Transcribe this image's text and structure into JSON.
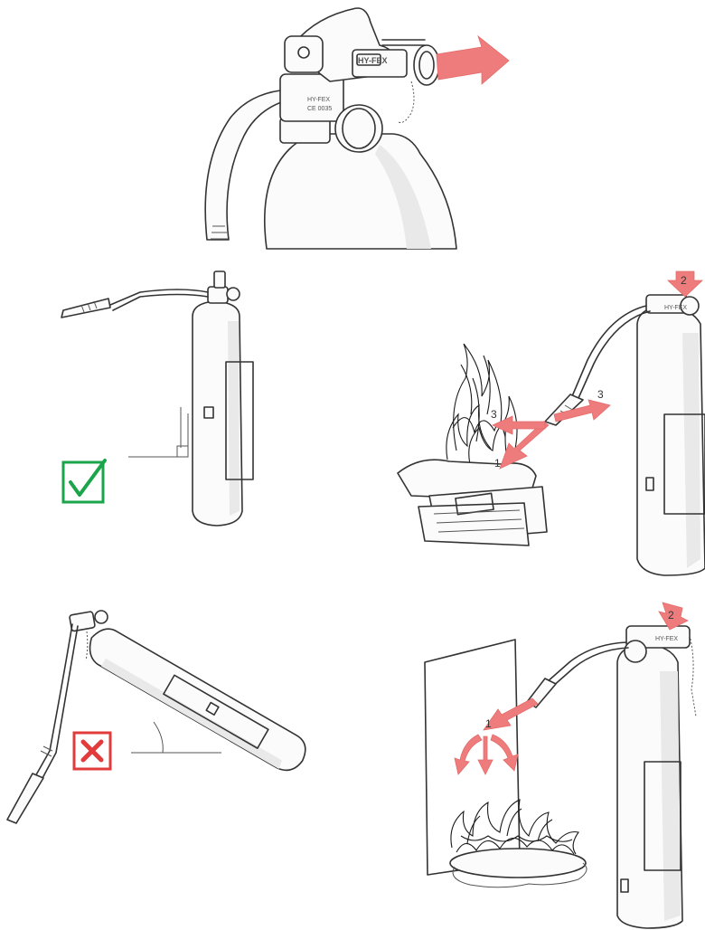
{
  "labels": {
    "brand": "HY-FEX",
    "brand_sub": "CE 0035",
    "step_1": "1",
    "step_2": "2",
    "step_3": "3"
  },
  "colors": {
    "arrow": "#ef7c7c",
    "correct": "#1aa54b",
    "incorrect": "#e23b3b"
  },
  "icons": {
    "correct": "check-mark-icon",
    "incorrect": "cross-mark-icon"
  }
}
